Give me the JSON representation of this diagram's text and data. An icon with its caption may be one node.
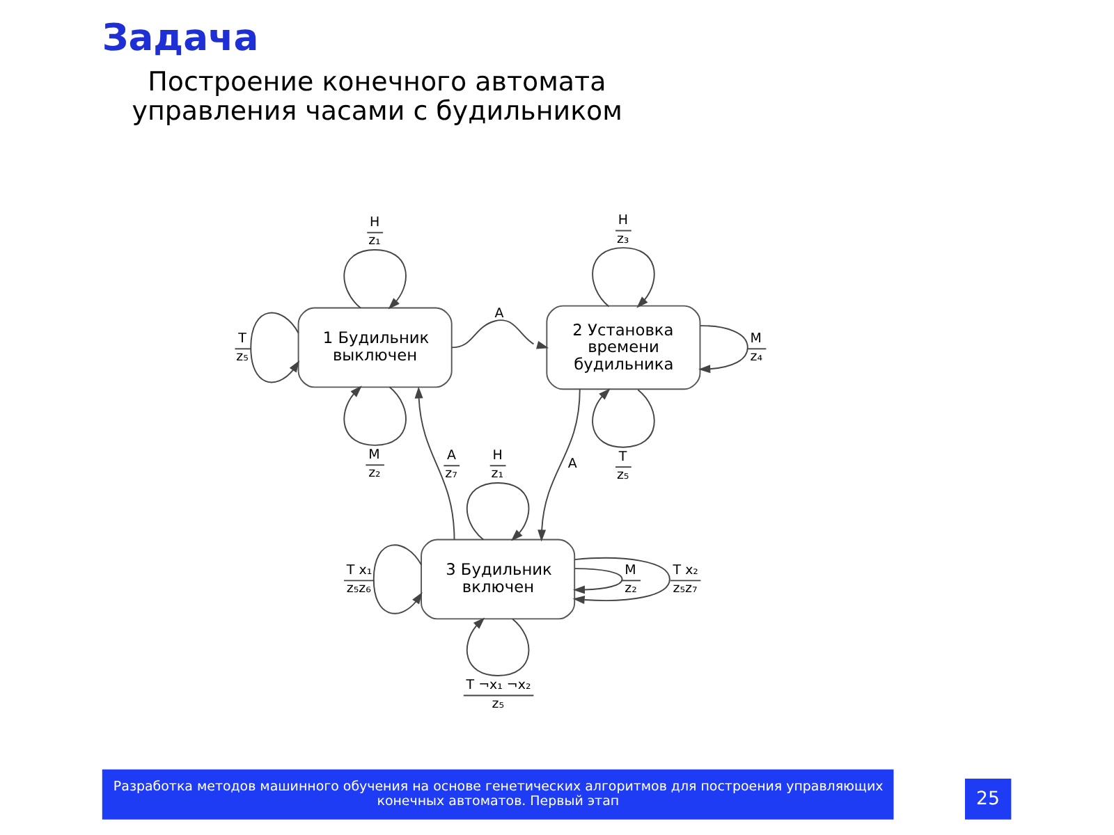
{
  "diagram": {
    "title": "Задача",
    "nodes": [
      {
        "text": [
          "1 Будильник выключен"
        ]
      },
      {
        "text": [
          "2 Установка времени будильника"
        ]
      },
      {
        "text": [
          "3 Будильник включен"
        ]
      }
    ],
    "edges": [
      {
        "from": 0,
        "to": 0,
        "arrow": "to",
        "label": "H z₁"
      },
      {
        "from": 0,
        "to": 0,
        "arrow": "to",
        "label": "M z₂"
      },
      {
        "from": 0,
        "to": 0,
        "arrow": "to",
        "label": "T z₅"
      },
      {
        "from": 0,
        "to": 1,
        "arrow": "to",
        "label": "A"
      },
      {
        "from": 1,
        "to": 1,
        "arrow": "to",
        "label": "H z₃"
      },
      {
        "from": 1,
        "to": 1,
        "arrow": "to",
        "label": "M z₄"
      },
      {
        "from": 1,
        "to": 1,
        "arrow": "to",
        "label": "T z₅"
      },
      {
        "from": 1,
        "to": 2,
        "arrow": "to",
        "label": "A"
      },
      {
        "from": 2,
        "to": 0,
        "arrow": "to",
        "label": "A z₇"
      },
      {
        "from": 2,
        "to": 2,
        "arrow": "to",
        "label": "H z₁"
      },
      {
        "from": 2,
        "to": 2,
        "arrow": "to",
        "label": "M z₂"
      },
      {
        "from": 2,
        "to": 2,
        "arrow": "to",
        "label": "T x₁ z₅z₆"
      },
      {
        "from": 2,
        "to": 2,
        "arrow": "to",
        "label": "T ¬x₁ ¬x₂ z₅"
      },
      {
        "from": 2,
        "to": 2,
        "arrow": "to",
        "label": "T x₂ z₅z₇"
      }
    ],
    "labels": [
      "Построение конечного автомата управления часами с будильником",
      "Разработка методов машинного обучения на основе генетических алгоритмов для построения управляющих конечных автоматов. Первый этап",
      "25"
    ]
  }
}
